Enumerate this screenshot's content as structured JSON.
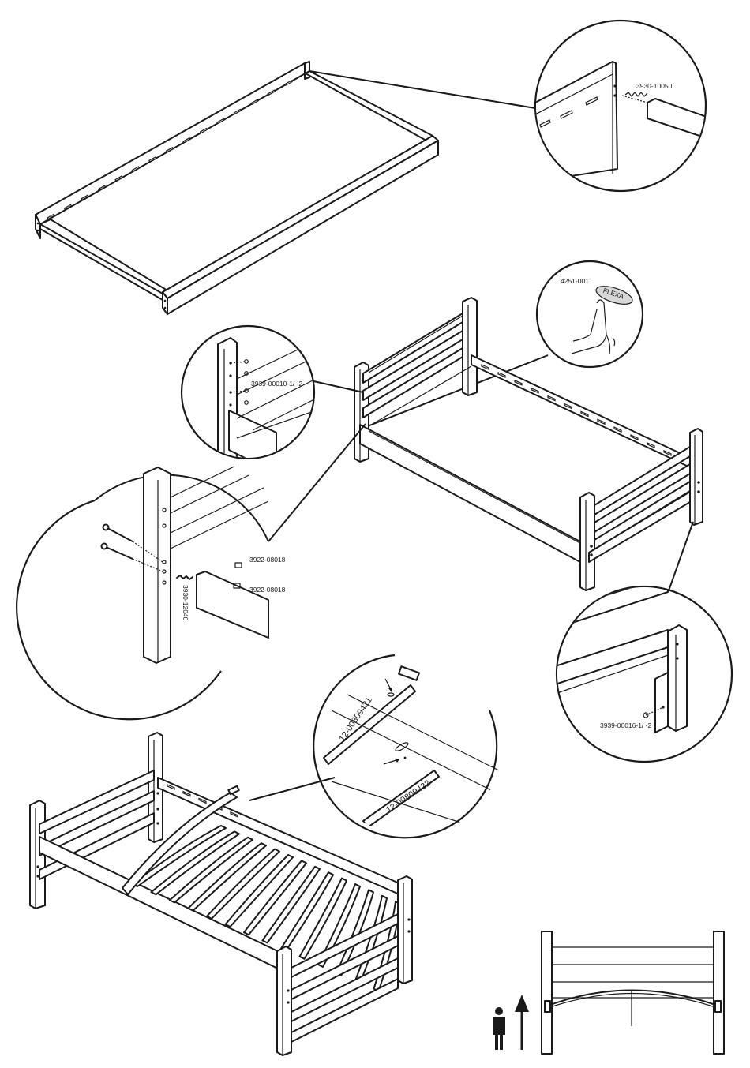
{
  "labels": {
    "part_3930_10050": "3930-10050",
    "part_4251_001": "4251-001",
    "flexa_logo": "FLEXA",
    "part_3939_00010": "3939-00010-1/ -2",
    "part_3922_08018_a": "3922-08018",
    "part_3922_08018_b": "3922-08018",
    "part_3930_12040": "3930-12040",
    "part_3939_00016": "3939-00016-1/ -2",
    "slat_12_00809421": "12-00809421",
    "slat_12_00809422": "12-00809422"
  },
  "icons": {
    "person": "person-icon",
    "arrow": "arrow-up-icon"
  }
}
